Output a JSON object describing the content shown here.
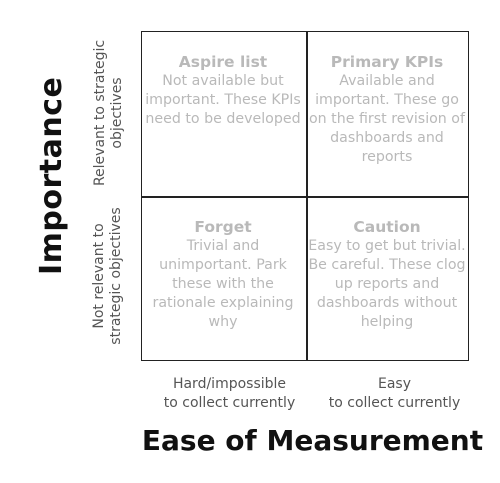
{
  "quadrants": {
    "top_left": {
      "title": "Aspire list",
      "body": "Not available but important. These KPIs need to be developed"
    },
    "top_right": {
      "title": "Primary KPIs",
      "body": "Available and important. These go on the first revision of dashboards and reports"
    },
    "bottom_left": {
      "title": "Forget",
      "body": "Trivial and unimportant. Park these with the rationale explaining why"
    },
    "bottom_right": {
      "title": "Caution",
      "body": "Easy to get but trivial. Be careful. These clog up reports and dashboards without helping"
    }
  },
  "y_axis": {
    "title": "Importance",
    "top_label": "Relevant to strategic\nobjectives",
    "bottom_label": "Not relevant to\nstrategic objectives"
  },
  "x_axis": {
    "title": "Ease of Measurement",
    "left_label": "Hard/impossible\nto collect currently",
    "right_label": "Easy\nto collect currently"
  }
}
